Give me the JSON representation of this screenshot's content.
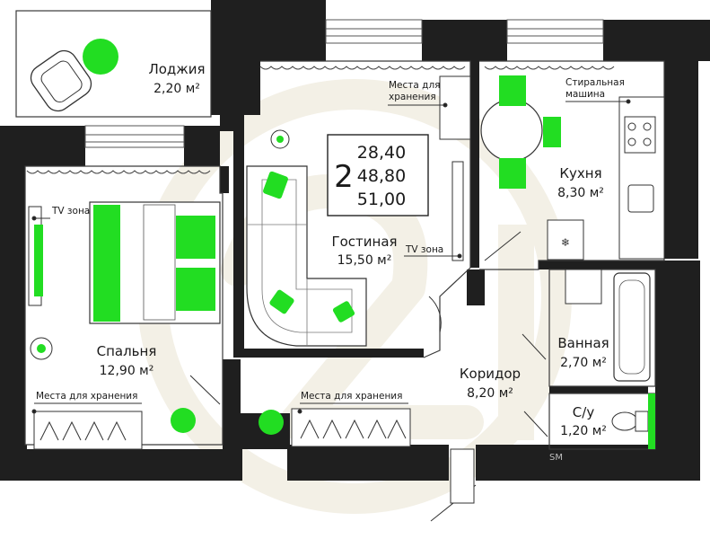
{
  "summary": {
    "rooms_count": "2",
    "living_area": "28,40",
    "total_area": "48,80",
    "total_area_with_loggia": "51,00"
  },
  "rooms": {
    "loggia": {
      "name": "Лоджия",
      "area": "2,20 м²"
    },
    "living": {
      "name": "Гостиная",
      "area": "15,50 м²"
    },
    "kitchen": {
      "name": "Кухня",
      "area": "8,30 м²"
    },
    "bedroom": {
      "name": "Спальня",
      "area": "12,90 м²"
    },
    "bathroom": {
      "name": "Ванная",
      "area": "2,70 м²"
    },
    "corridor": {
      "name": "Коридор",
      "area": "8,20 м²"
    },
    "toilet": {
      "name": "С/у",
      "area": "1,20 м²"
    }
  },
  "notes": {
    "tv_zone_bedroom": "TV зона",
    "tv_zone_living": "TV зона",
    "storage_living_line1": "Места для",
    "storage_living_line2": "хранения",
    "washer_line1": "Стиральная",
    "washer_line2": "машина",
    "storage_bedroom": "Места для хранения",
    "storage_corridor": "Места для хранения"
  },
  "watermark": {
    "text": "SM"
  },
  "colors": {
    "wall": "#1f1f1f",
    "accent": "#22dd22",
    "line": "#3a3a3a",
    "furniture_fill": "#ffffff",
    "watermark": "#f1eee4"
  }
}
